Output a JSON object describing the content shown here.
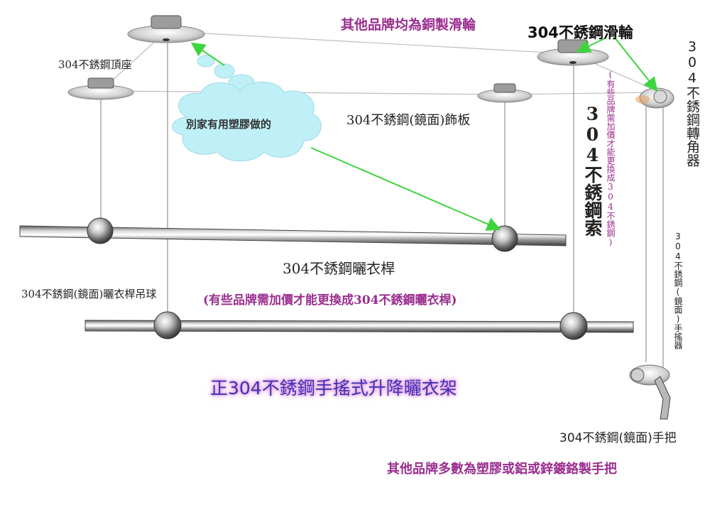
{
  "labels": {
    "others_copper_pulley": "其他品牌均為銅製滑輪",
    "pulley": "304不銹鋼滑輪",
    "top_mount": "304不銹鋼頂座",
    "mirror_cover_plate": "304不銹鋼(鏡面)飾板",
    "corner_piece": "304不銹鋼轉角器",
    "steel_cable": "304不銹鋼索",
    "cable_upgrade_note": "(有些品牌需加價才能更換成304不銹鋼)",
    "others_plastic": "別家有用塑膠做的",
    "hand_crank": "304不銹鋼(鏡面)手搖器",
    "drying_pole": "304不銹鋼曬衣桿",
    "pole_ball": "304不銹鋼(鏡面)曬衣桿吊球",
    "pole_upgrade_note": "(有些品牌需加價才能更換成304不銹鋼曬衣桿)",
    "product_title": "正304不銹鋼手搖式升降曬衣架",
    "handle": "304不銹鋼(鏡面)手把",
    "others_handle_note": "其他品牌多數為塑膠或鋁或鋅鍍鉻製手把"
  },
  "colors": {
    "arrow": "#3fd43f",
    "purple_text": "#9b2e8f",
    "title_text": "#3f33b8",
    "cloud_fill": "#bff0f7"
  }
}
